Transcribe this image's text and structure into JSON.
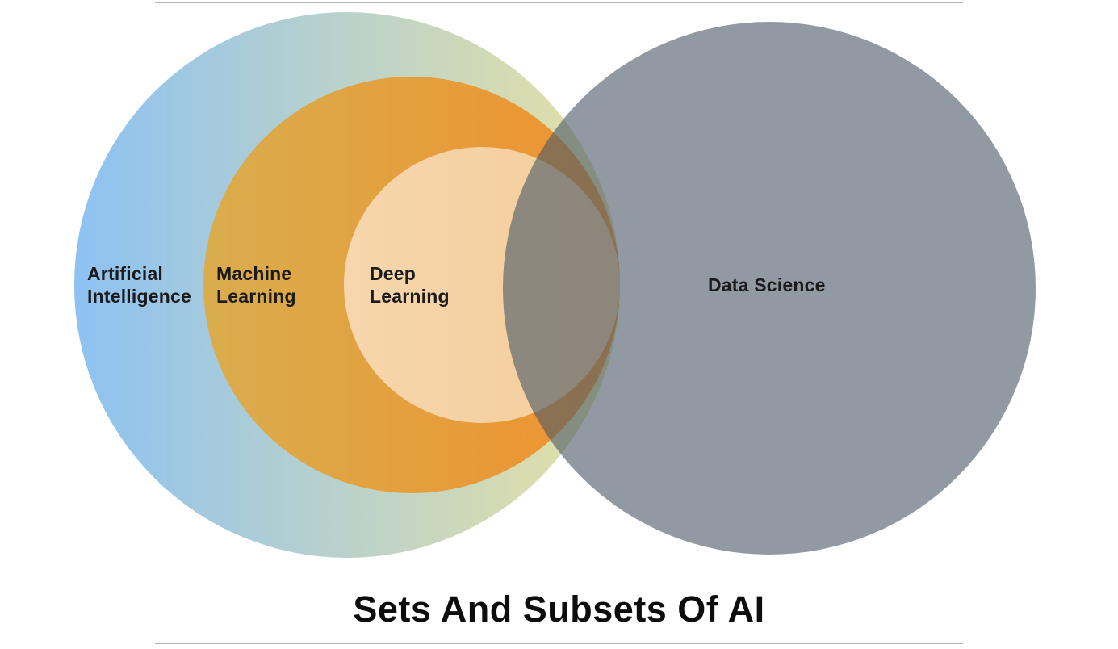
{
  "page": {
    "title": "Sets And Subsets Of AI",
    "background_color": "#ffffff",
    "divider_color": "#b3b3b3",
    "label_text_color": "#1b1b1b",
    "title_text_color": "#0d0d0d"
  },
  "venn": {
    "type": "venn-diagram",
    "sets": [
      {
        "id": "artificial-intelligence",
        "label_line1": "Artificial",
        "label_line2": "Intelligence",
        "color_left": "#8dc2f2",
        "color_right": "#e7e1a3",
        "relation": "outermost set; contains Machine Learning and Deep Learning; overlaps Data Science"
      },
      {
        "id": "machine-learning",
        "label_line1": "Machine",
        "label_line2": "Learning",
        "color_left": "#d9ad4d",
        "color_right": "#f0912e",
        "relation": "subset of Artificial Intelligence; contains Deep Learning; overlaps Data Science"
      },
      {
        "id": "deep-learning",
        "label_line1": "Deep",
        "label_line2": "Learning",
        "color": "#f5d0a2",
        "relation": "subset of Machine Learning; overlaps Data Science"
      },
      {
        "id": "data-science",
        "label": "Data Science",
        "color": "rgba(76,90,103,0.61)",
        "color_over_white": "#959aa2",
        "relation": "independent set overlapping Artificial Intelligence, Machine Learning and Deep Learning"
      }
    ]
  }
}
